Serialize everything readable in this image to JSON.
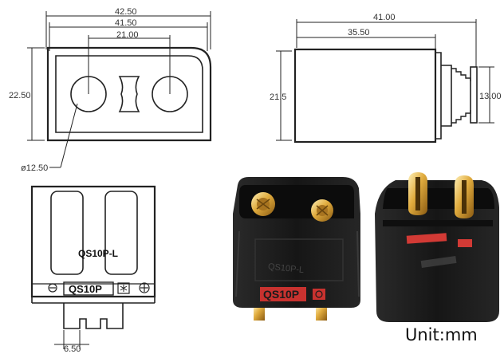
{
  "dimensions": {
    "front_width_outer": "42.50",
    "front_width_inner": "41.50",
    "pin_spacing": "21.00",
    "front_height": "22.50",
    "pin_diameter": "ø12.50",
    "side_length_total": "41.00",
    "side_length_body": "35.50",
    "side_height": "21.5",
    "tail_height": "13.00",
    "pin_width": "6.50"
  },
  "labels": {
    "bottom_model_upper": "QS10P-L",
    "bottom_model_plate": "QS10P",
    "photo_model_left": "QS10P",
    "photo_model_left_small": "QS10P-L",
    "unit": "Unit:mm"
  },
  "colors": {
    "drawing_line": "#222222",
    "connector_body": "#1b1b1b",
    "contact_gold": "#d9a63a",
    "marking_red": "#e23b3b"
  }
}
